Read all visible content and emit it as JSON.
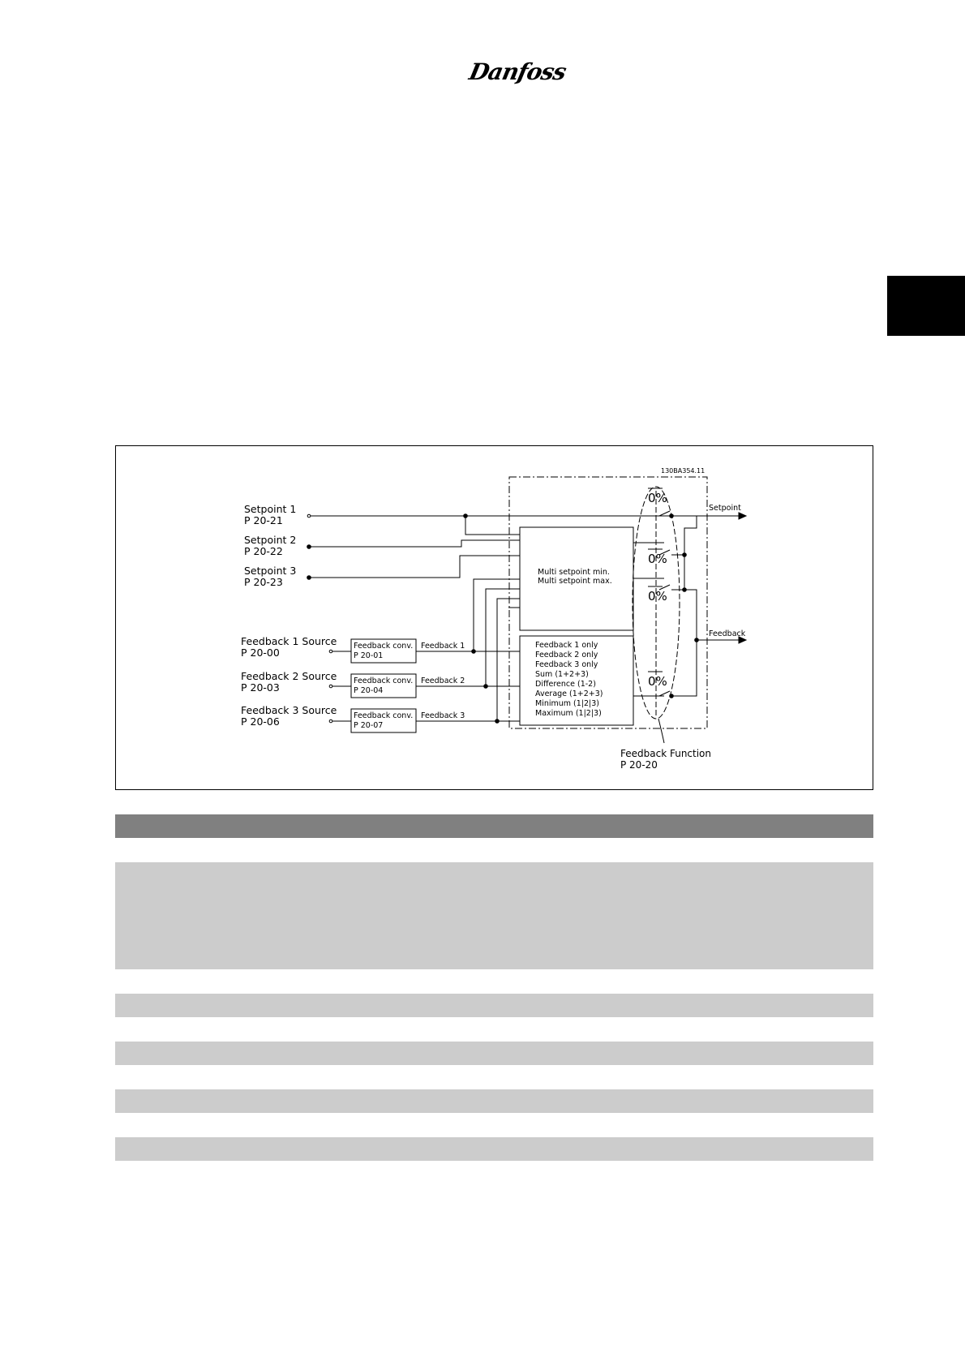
{
  "header": {
    "logo": "Danfoss"
  },
  "diagram": {
    "code": "130BA354.11",
    "inputs": [
      {
        "name": "Setpoint 1",
        "param": "P 20-21"
      },
      {
        "name": "Setpoint 2",
        "param": "P 20-22"
      },
      {
        "name": "Setpoint 3",
        "param": "P 20-23"
      },
      {
        "name": "Feedback 1 Source",
        "param": "P 20-00"
      },
      {
        "name": "Feedback 2 Source",
        "param": "P 20-03"
      },
      {
        "name": "Feedback 3 Source",
        "param": "P 20-06"
      }
    ],
    "conv_boxes": [
      {
        "label": "Feedback conv.",
        "param": "P 20-01"
      },
      {
        "label": "Feedback conv.",
        "param": "P 20-04"
      },
      {
        "label": "Feedback conv.",
        "param": "P 20-07"
      }
    ],
    "feedback_lines": [
      "Feedback 1",
      "Feedback 2",
      "Feedback 3"
    ],
    "multi_box": [
      "Multi setpoint min.",
      "Multi setpoint max."
    ],
    "function_box": [
      "Feedback 1 only",
      "Feedback 2 only",
      "Feedback 3 only",
      "Sum (1+2+3)",
      "Difference (1-2)",
      "Average (1+2+3)",
      "Minimum (1|2|3)",
      "Maximum (1|2|3)"
    ],
    "switch_labels": [
      "0%",
      "0%",
      "0%",
      "0%"
    ],
    "outputs": [
      "Setpoint",
      "Feedback"
    ],
    "function_label": [
      "Feedback Function",
      "P 20-20"
    ]
  }
}
